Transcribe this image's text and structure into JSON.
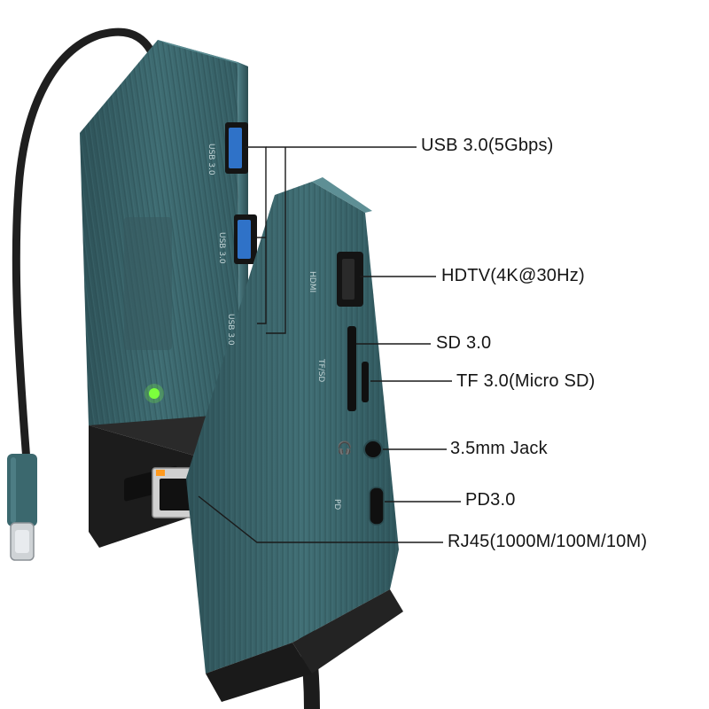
{
  "labels": {
    "usb": "USB 3.0(5Gbps)",
    "hdtv": "HDTV(4K@30Hz)",
    "sd": "SD 3.0",
    "tf": "TF 3.0(Micro SD)",
    "jack": "3.5mm Jack",
    "pd": "PD3.0",
    "rj45": "RJ45(1000M/100M/10M)"
  },
  "engraving": {
    "usb": "USB 3.0",
    "hdmi": "HDMI",
    "tfsd": "TF/SD",
    "pd": "PD"
  },
  "colors": {
    "body": "#3d6a70",
    "body_dark": "#2b4c51",
    "plastic": "#1c1c1c",
    "usb_port": "#2f72c8",
    "led": "#7cff3c",
    "rj45_led_orange": "#ff9a1f",
    "rj45_led_green": "#7dff3a"
  }
}
